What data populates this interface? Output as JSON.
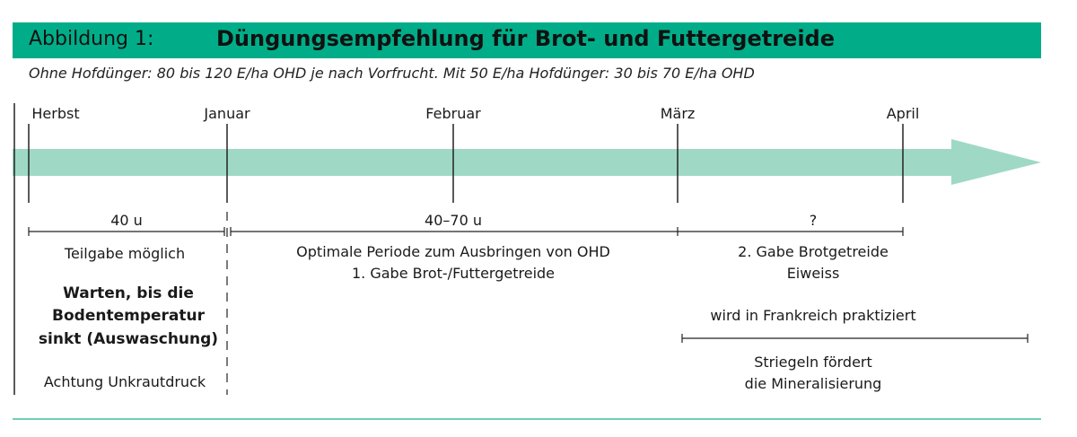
{
  "header": {
    "figure_label": "Abbildung 1:",
    "title": "Düngungsempfehlung für Brot- und Futtergetreide"
  },
  "subtitle": "Ohne Hofdünger: 80 bis 120 E/ha OHD je nach Vorfrucht. Mit 50 E/ha Hofdünger: 30 bis 70 E/ha OHD",
  "months": [
    "Herbst",
    "Januar",
    "Februar",
    "März",
    "April"
  ],
  "segments": {
    "first": "40 u",
    "second": "40–70 u",
    "third": "?"
  },
  "column1": {
    "line1": "Teilgabe möglich",
    "bold_lines": [
      "Warten, bis die",
      "Bodentemperatur",
      "sinkt (Auswaschung)"
    ],
    "note": "Achtung Unkrautdruck"
  },
  "column2": {
    "lines": [
      "Optimale Periode zum Ausbringen von OHD",
      "1. Gabe Brot-/Futtergetreide"
    ]
  },
  "column3": {
    "lines": [
      "2. Gabe Brotgetreide",
      "Eiweiss"
    ],
    "practice": "wird in Frankreich praktiziert",
    "striegeln": [
      "Striegeln fördert",
      "die Mineralisierung"
    ]
  },
  "colors": {
    "header_green": "#00ad88",
    "arrow_green": "#9fd9c6",
    "bottom_rule": "#3fbf9f"
  }
}
